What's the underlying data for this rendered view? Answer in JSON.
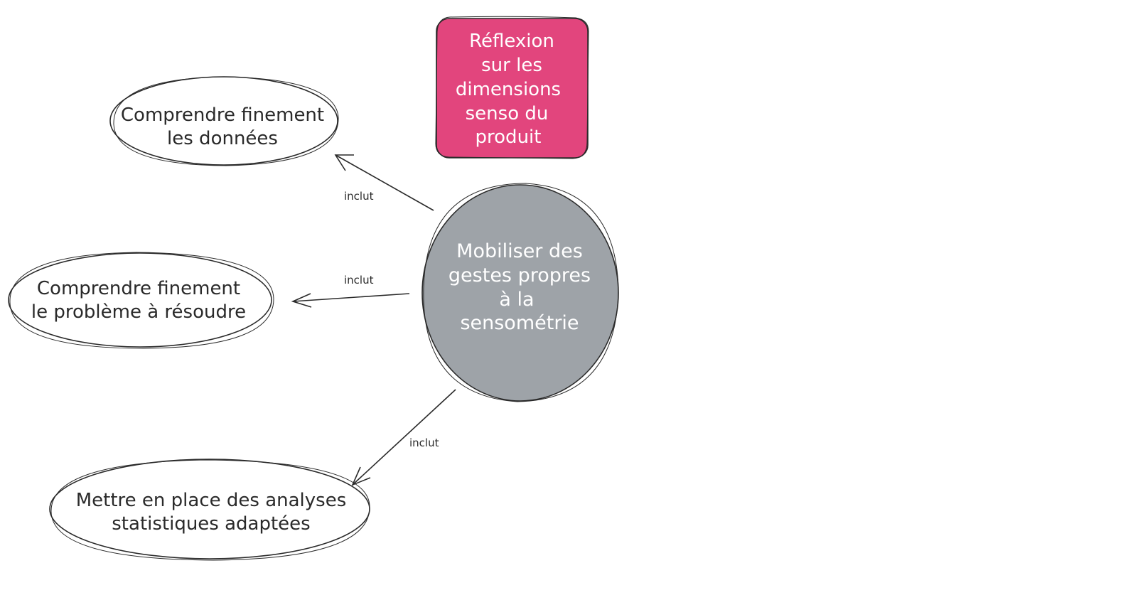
{
  "colors": {
    "central_fill": "#9ea3a8",
    "note_fill": "#e2457d",
    "stroke": "#2a2a2a",
    "text_dark": "#2a2a2a",
    "text_light": "#ffffff"
  },
  "central_node": {
    "lines": [
      "Mobiliser des",
      "gestes propres",
      "à la",
      "sensométrie"
    ]
  },
  "note": {
    "lines": [
      "Réflexion",
      "sur les",
      "dimensions",
      "senso du",
      "produit"
    ]
  },
  "nodes": [
    {
      "id": "donnees",
      "lines": [
        "Comprendre finement",
        "les données"
      ]
    },
    {
      "id": "probleme",
      "lines": [
        "Comprendre finement",
        "le problème à résoudre"
      ]
    },
    {
      "id": "analyses",
      "lines": [
        "Mettre en place des analyses",
        "statistiques adaptées"
      ]
    }
  ],
  "edges": [
    {
      "from": "central",
      "to": "donnees",
      "label": "inclut"
    },
    {
      "from": "central",
      "to": "probleme",
      "label": "inclut"
    },
    {
      "from": "central",
      "to": "analyses",
      "label": "inclut"
    }
  ]
}
